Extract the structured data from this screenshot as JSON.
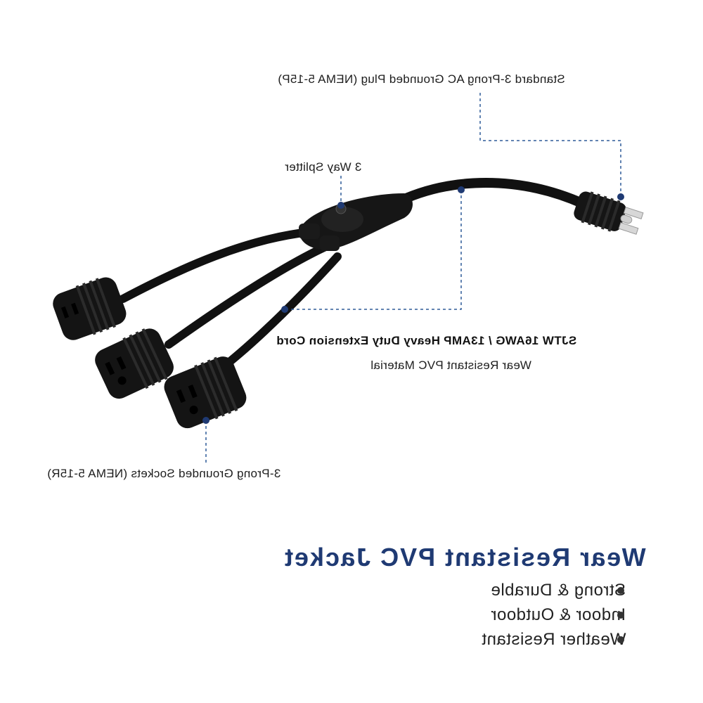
{
  "callouts": {
    "plug": "Standard 3-Prong AC Grounded Plug (NEMA 5-15P)",
    "splitter": "3 Way Splitter",
    "cord_title": "SJTW 16AWG / 13AMP Heavy Duty Extension Cord",
    "cord_subtitle": "Wear Resistant PVC Material",
    "sockets": "3-Prong Grounded Sockets (NEMA 5-15R)"
  },
  "features": {
    "heading": "Wear Resistant PVC Jacket",
    "items": [
      {
        "label": "Strong & Durable"
      },
      {
        "label": "Indoor & Outdoor"
      },
      {
        "label": "Weather Resistant"
      }
    ]
  },
  "colors": {
    "accent": "#1f3a73",
    "leader_line": "#2f5b99",
    "cord": "#111111"
  }
}
